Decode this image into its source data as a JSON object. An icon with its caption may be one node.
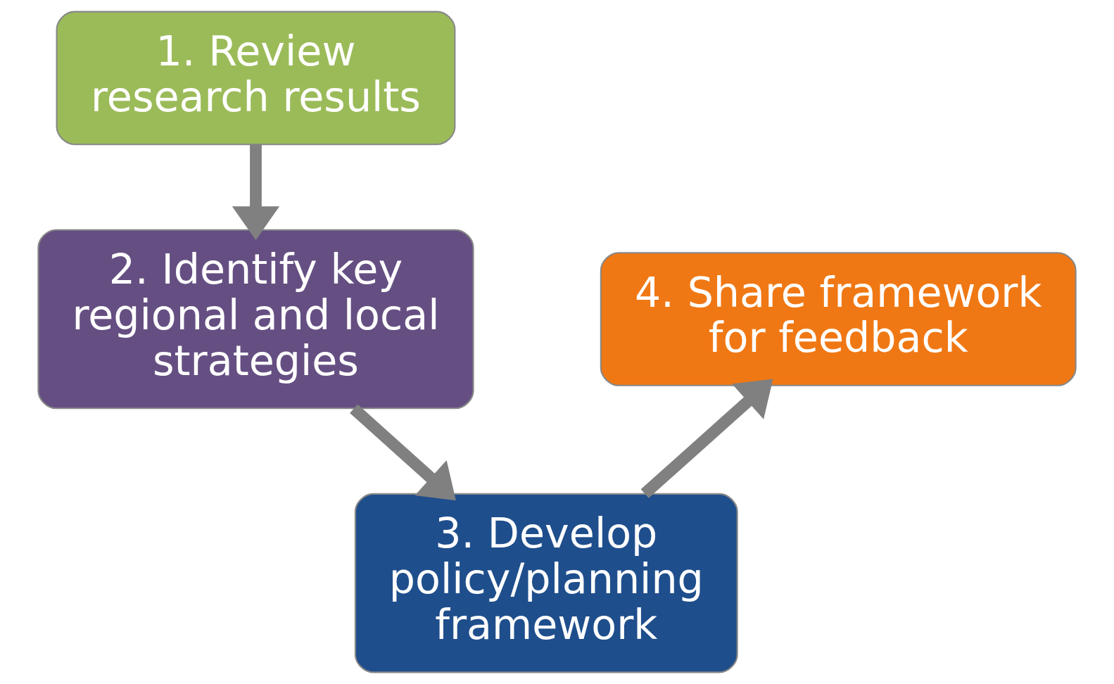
{
  "diagram": {
    "nodes": [
      {
        "text": [
          "1. Review research results"
        ]
      },
      {
        "text": [
          "2. Identify key regional and local strategies"
        ]
      },
      {
        "text": [
          "3. Develop policy/planning framework"
        ]
      },
      {
        "text": [
          "4. Share framework for feedback"
        ]
      }
    ],
    "edges": [
      {
        "from": 0,
        "to": 1,
        "arrow": "to"
      },
      {
        "from": 1,
        "to": 2,
        "arrow": "to"
      },
      {
        "from": 2,
        "to": 3,
        "arrow": "to"
      }
    ]
  }
}
